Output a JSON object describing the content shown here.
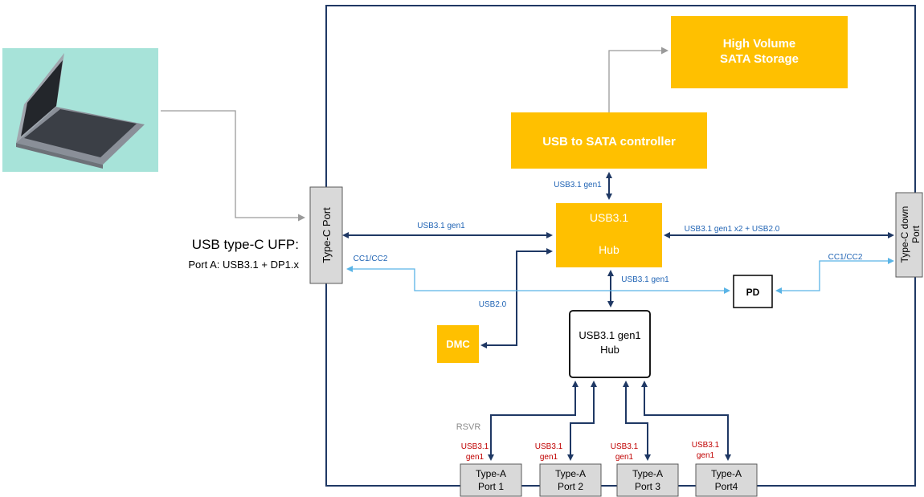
{
  "colors": {
    "frame": "#1f3864",
    "orange": "#ffc000",
    "gray_box": "#d9d9d9",
    "dark_arrow": "#1f3864",
    "light_arrow": "#5ab4e6",
    "gray_arrow": "#9a9a9a",
    "label_blue": "#1f63b4",
    "label_red": "#c00000",
    "label_gray": "#8c8c8c",
    "laptop_bg": "#a7e3d9"
  },
  "laptop": {
    "icon": "laptop-icon"
  },
  "ufp": {
    "title": "USB type-C UFP:",
    "subtitle": "Port A: USB3.1 + DP1.x"
  },
  "blocks": {
    "sata_storage": {
      "line1": "High Volume",
      "line2": "SATA Storage"
    },
    "sata_controller": "USB to SATA controller",
    "main_hub": {
      "line1": "USB3.1",
      "line2": "Hub"
    },
    "gen1_hub": {
      "line1": "USB3.1 gen1",
      "line2": "Hub"
    },
    "dmc": "DMC",
    "pd": "PD",
    "type_c_port": "Type-C Port",
    "type_c_down": {
      "line1": "Type-C down",
      "line2": "Port"
    },
    "type_a": [
      {
        "line1": "Type-A",
        "line2": "Port 1"
      },
      {
        "line1": "Type-A",
        "line2": "Port 2"
      },
      {
        "line1": "Type-A",
        "line2": "Port 3"
      },
      {
        "line1": "Type-A",
        "line2": "Port4"
      }
    ]
  },
  "labels": {
    "ctrl_link": "USB3.1 gen1",
    "upstream_link": "USB3.1 gen1",
    "downstream_link": "USB3.1 gen1 x2 + USB2.0",
    "cc_left": "CC1/CC2",
    "cc_right": "CC1/CC2",
    "hub_to_gen1": "USB3.1 gen1",
    "dmc_link": "USB2.0",
    "rsvr": "RSVR",
    "port_links": [
      {
        "line1": "USB3.1",
        "line2": "gen1"
      },
      {
        "line1": "USB3.1",
        "line2": "gen1"
      },
      {
        "line1": "USB3.1",
        "line2": "gen1"
      },
      {
        "line1": "USB3.1",
        "line2": "gen1"
      }
    ]
  }
}
